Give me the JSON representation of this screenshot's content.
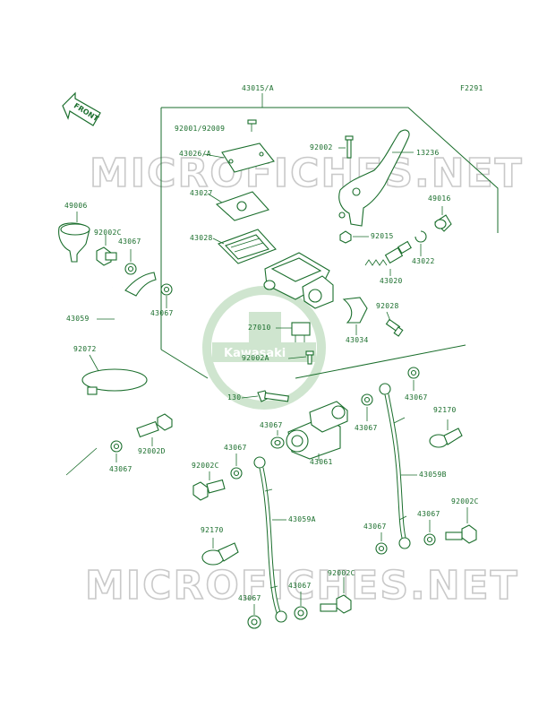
{
  "figure_code": "F2291",
  "front_label": "FRONT",
  "watermark_text": "MICROFICHES.NET",
  "brand_logo_text": "Kawasaki",
  "colors": {
    "line": "#1a6e2c",
    "watermark": "#c9c9c9",
    "logo": "#cfe5cf"
  },
  "labels": {
    "p43015A": "43015/A",
    "p92001": "92001/92009",
    "p43026A": "43026/A",
    "p43027": "43027",
    "p43028": "43028",
    "p92002a": "92002",
    "p13236": "13236",
    "p49016": "49016",
    "p92015": "92015",
    "p43022": "43022",
    "p43020": "43020",
    "p92028": "92028",
    "p27010": "27010",
    "p92002A": "92002A",
    "p43034": "43034",
    "p49006": "49006",
    "p92002C_1": "92002C",
    "p43067_1": "43067",
    "p43067_2": "43067",
    "p43059": "43059",
    "p92072": "92072",
    "p43067_3": "43067",
    "p92002D": "92002D",
    "p130": "130",
    "p43067_4": "43067",
    "p43067_5": "43067",
    "p43061": "43061",
    "p43067_6": "43067",
    "p92170_1": "92170",
    "p43059B": "43059B",
    "p43067_7": "43067",
    "p92002C_2": "92002C",
    "p92002C_3": "92002C",
    "p43059A": "43059A",
    "p92170_2": "92170",
    "p43067_8": "43067",
    "p43067_9": "43067",
    "p43067_10": "43067",
    "p92002C_4": "92002C",
    "p43067_11": "43067"
  }
}
